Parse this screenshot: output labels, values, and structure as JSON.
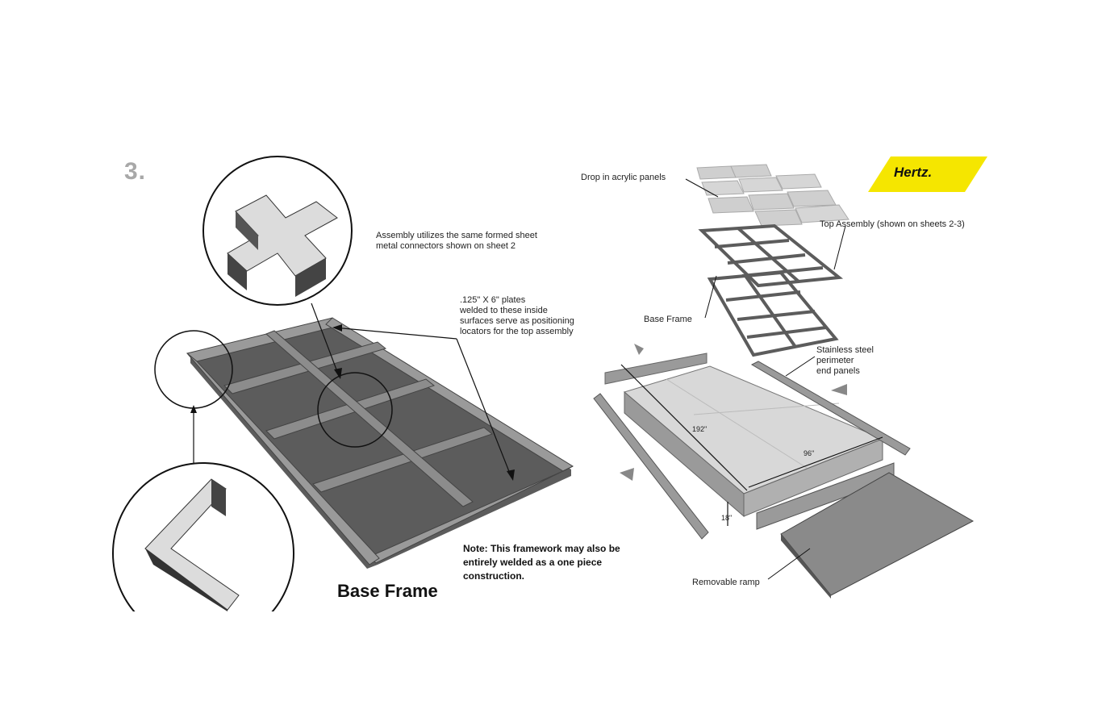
{
  "step_number": "3.",
  "brand": {
    "logo_text": "Hertz.",
    "logo_color": "#f5e600"
  },
  "left": {
    "assembly_note": "Assembly utilizes the same formed sheet\nmetal connectors shown on sheet 2",
    "plates_note": ".125\" X 6\" plates\nwelded to these inside\nsurfaces serve as positioning\nlocators for the top assembly",
    "caption": "Base Frame",
    "framework_note": "Note: This framework may also be\n        entirely welded as a one piece\n        construction."
  },
  "right": {
    "acrylic_panels": "Drop in acrylic panels",
    "top_assembly": "Top Assembly (shown on sheets 2-3)",
    "base_frame": "Base Frame",
    "end_panels": "Stainless steel\nperimeter\nend panels",
    "ramp": "Removable ramp",
    "dim_length": "192\"",
    "dim_width": "96\"",
    "dim_height": "18\""
  },
  "colors": {
    "frame": "#8c8c8c",
    "frame_dark": "#5c5c5c",
    "panel": "#cfcfcf",
    "metal_light": "#dcdcdc"
  }
}
